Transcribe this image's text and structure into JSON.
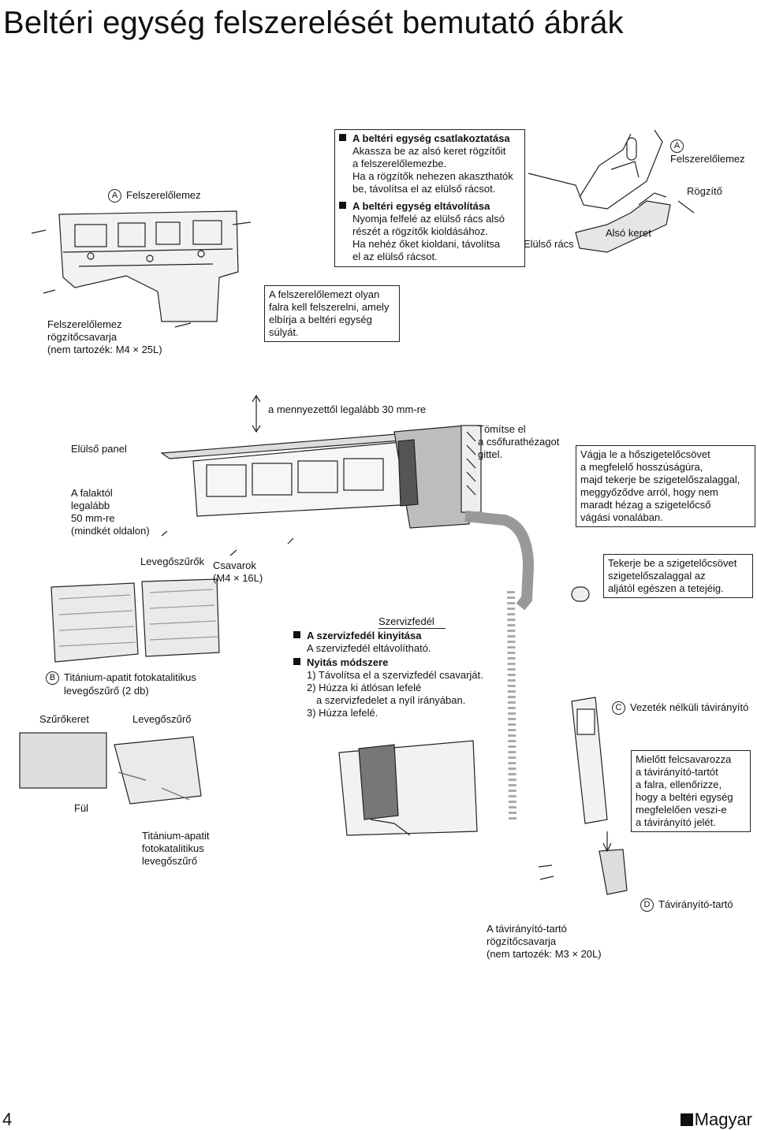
{
  "title": "Beltéri egység felszerelését bemutató ábrák",
  "plate": {
    "label_letter": "A",
    "label": "Felszerelőlemez",
    "screws_label": [
      "Felszerelőlemez",
      "rögzítőcsavarja",
      "(nem tartozék: M4 × 25L)"
    ],
    "note": [
      "A felszerelőlemezt olyan",
      "falra kell felszerelni, amely",
      "elbírja a beltéri egység",
      "súlyát."
    ]
  },
  "connect": {
    "heading1": "A beltéri egység csatlakoztatása",
    "lines1": [
      "Akassza be az alsó keret rögzítőit",
      "a felszerelőlemezbe.",
      "Ha a rögzítők nehezen akaszthatók",
      "be, távolítsa el az elülső rácsot."
    ],
    "heading2": "A beltéri egység eltávolítása",
    "lines2": [
      "Nyomja felfelé az elülső rács alsó",
      "részét a rögzítők kioldásához.",
      "Ha nehéz őket kioldani, távolítsa",
      "el az elülső rácsot."
    ]
  },
  "detail": {
    "letter": "A",
    "plate": "Felszerelőlemez",
    "hook": "Rögzítő",
    "lower_frame": "Alsó keret",
    "front_grille": "Elülső rács"
  },
  "unit": {
    "ceiling": "a mennyezettől legalább 30 mm-re",
    "front_panel": "Elülső panel",
    "wall_gap": [
      "A falaktól",
      "legalább",
      "50 mm-re",
      "(mindkét oldalon)"
    ],
    "seal": [
      "Tömítse el",
      "a csőfurathézagot",
      "gittel."
    ],
    "cut": [
      "Vágja le a hőszigetelőcsövet",
      "a megfelelő hosszúságúra,",
      "majd tekerje be szigetelőszalaggal,",
      "meggyőződve arról, hogy nem",
      "maradt hézag a szigetelőcső",
      "vágási vonalában."
    ],
    "wrap": [
      "Tekerje be a szigetelőcsövet",
      "szigetelőszalaggal az",
      "aljától egészen a tetejéig."
    ],
    "filters": "Levegőszűrők",
    "screws": [
      "Csavarok",
      "(M4 × 16L)"
    ]
  },
  "filter": {
    "letter": "B",
    "label": [
      "Titánium-apatit fotokatalitikus",
      "levegőszűrő (2 db)"
    ],
    "frame": "Szűrőkeret",
    "air_filter": "Levegőszűrő",
    "tab": "Fül",
    "titan": [
      "Titánium-apatit",
      "fotokatalitikus",
      "levegőszűrő"
    ]
  },
  "service": {
    "title": "Szervizfedél",
    "heading1": "A szervizfedél kinyitása",
    "line1": "A szervizfedél eltávolítható.",
    "heading2": "Nyitás módszere",
    "steps": [
      "1) Távolítsa el a szervizfedél csavarját.",
      "2) Húzza ki átlósan lefelé",
      "a szervizfedelet a nyíl irányában.",
      "3) Húzza lefelé."
    ]
  },
  "remote": {
    "letter": "C",
    "label": "Vezeték nélküli távirányító",
    "note": [
      "Mielőtt felcsavarozza",
      "a távirányító-tartót",
      "a falra, ellenőrizze,",
      "hogy a beltéri egység",
      "megfelelően veszi-e",
      "a távirányító jelét."
    ],
    "holder_letter": "D",
    "holder": "Távirányító-tartó",
    "screws": [
      "A távirányító-tartó",
      "rögzítőcsavarja",
      "(nem tartozék: M3 × 20L)"
    ]
  },
  "footer": {
    "page": "4",
    "lang": "Magyar"
  }
}
